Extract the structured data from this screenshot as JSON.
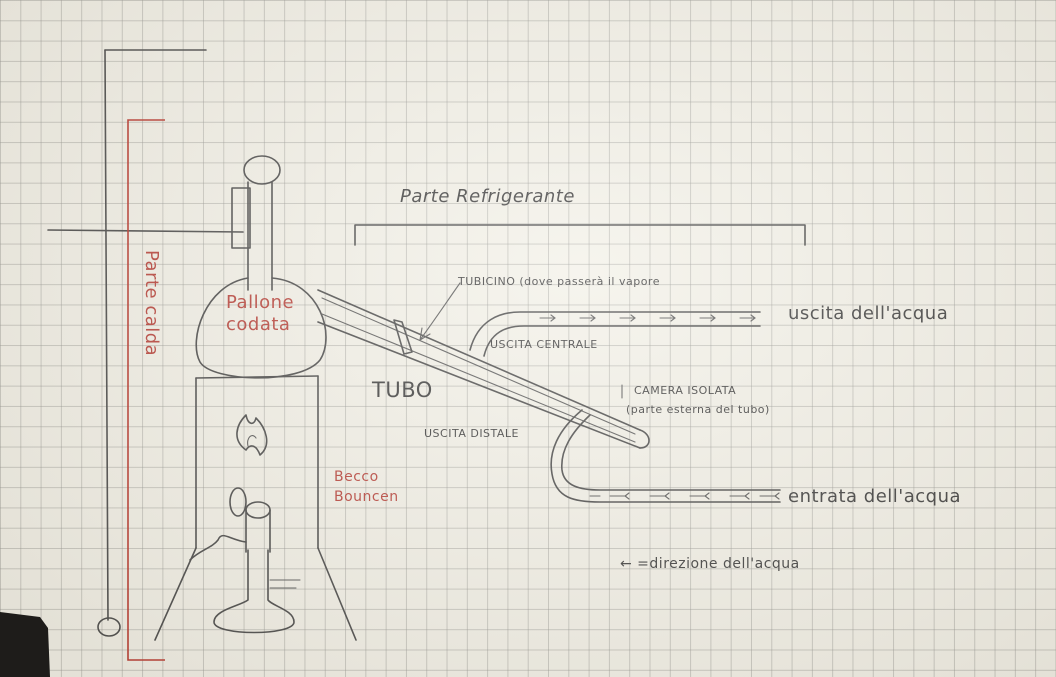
{
  "labels": {
    "parte_refrigerante": "Parte Refrigerante",
    "parte_calda": "Parte calda",
    "pallone": "Pallone",
    "codata": "codata",
    "becco": "Becco",
    "bouncen": "Bouncen",
    "tubicino": "TUBICINO (dove passerà il vapore",
    "uscita_acqua": "uscita dell'acqua",
    "uscita_centrale": "USCITA CENTRALE",
    "tubo": "TUBO",
    "camera_isolata": "CAMERA ISOLATA",
    "parte_esterna": "(parte esterna del tubo)",
    "uscita_distale": "USCITA DISTALE",
    "entrata_acqua": "entrata dell'acqua",
    "direzione_acqua": "← =direzione dell'acqua"
  },
  "colors": {
    "paper": "#f3f1e8",
    "grid": "#96968f",
    "pencil": "#4a4a4a",
    "red_pen": "#b9382e"
  }
}
